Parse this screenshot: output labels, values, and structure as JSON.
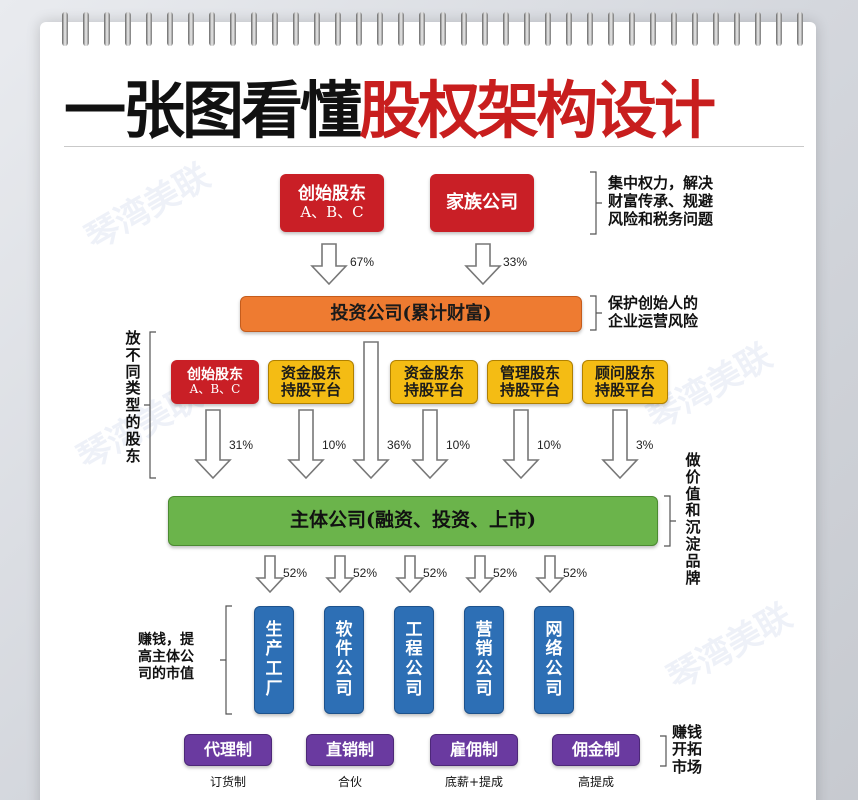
{
  "title": {
    "black": "一张图看懂",
    "red": "股权架构设计"
  },
  "watermarks": [
    "琴湾美联",
    "琴湾美联",
    "琴湾美联",
    "琴湾美联"
  ],
  "top": {
    "founders": {
      "line1": "创始股东",
      "line2": "A、B、C"
    },
    "family": "家族公司",
    "note": [
      "集中权力，解决",
      "财富传承、规避",
      "风险和税务问题"
    ],
    "pct_left": "67%",
    "pct_right": "33%"
  },
  "invest": {
    "label": "投资公司(累计财富)",
    "note": [
      "保护创始人的",
      "企业运营风险"
    ]
  },
  "side_left_1": [
    "放",
    "不",
    "同",
    "类",
    "型",
    "的",
    "股",
    "东"
  ],
  "holders": [
    {
      "line1": "创始股东",
      "line2": "A、B、C",
      "pct": "31%"
    },
    {
      "line1": "资金股东",
      "line2": "持股平台",
      "pct": "10%"
    },
    {
      "line1": "",
      "line2": "",
      "pct": "36%"
    },
    {
      "line1": "资金股东",
      "line2": "持股平台",
      "pct": "10%"
    },
    {
      "line1": "管理股东",
      "line2": "持股平台",
      "pct": "10%"
    },
    {
      "line1": "顾问股东",
      "line2": "持股平台",
      "pct": "3%"
    }
  ],
  "side_right_2": [
    "做",
    "价",
    "值",
    "和",
    "沉",
    "淀",
    "品",
    "牌"
  ],
  "main": {
    "label": "主体公司(融资、投资、上市)"
  },
  "subs": [
    {
      "name": [
        "生",
        "产",
        "工",
        "厂"
      ],
      "pct": "52%"
    },
    {
      "name": [
        "软",
        "件",
        "公",
        "司"
      ],
      "pct": "52%"
    },
    {
      "name": [
        "工",
        "程",
        "公",
        "司"
      ],
      "pct": "52%"
    },
    {
      "name": [
        "营",
        "销",
        "公",
        "司"
      ],
      "pct": "52%"
    },
    {
      "name": [
        "网",
        "络",
        "公",
        "司"
      ],
      "pct": "52%"
    }
  ],
  "sub_note": [
    "赚钱，提",
    "高主体公",
    "司的市值"
  ],
  "models": [
    {
      "label": "代理制",
      "sub": "订货制"
    },
    {
      "label": "直销制",
      "sub": "合伙"
    },
    {
      "label": "雇佣制",
      "sub": "底薪+提成"
    },
    {
      "label": "佣金制",
      "sub": "高提成"
    }
  ],
  "side_right_3": [
    "赚钱",
    "开拓",
    "市场"
  ],
  "colors": {
    "red": "#c91f26",
    "orange": "#ee7b31",
    "yellow": "#f4bc14",
    "green": "#6bb44b",
    "blue": "#2d6fb5",
    "purple": "#6a3aa0"
  }
}
